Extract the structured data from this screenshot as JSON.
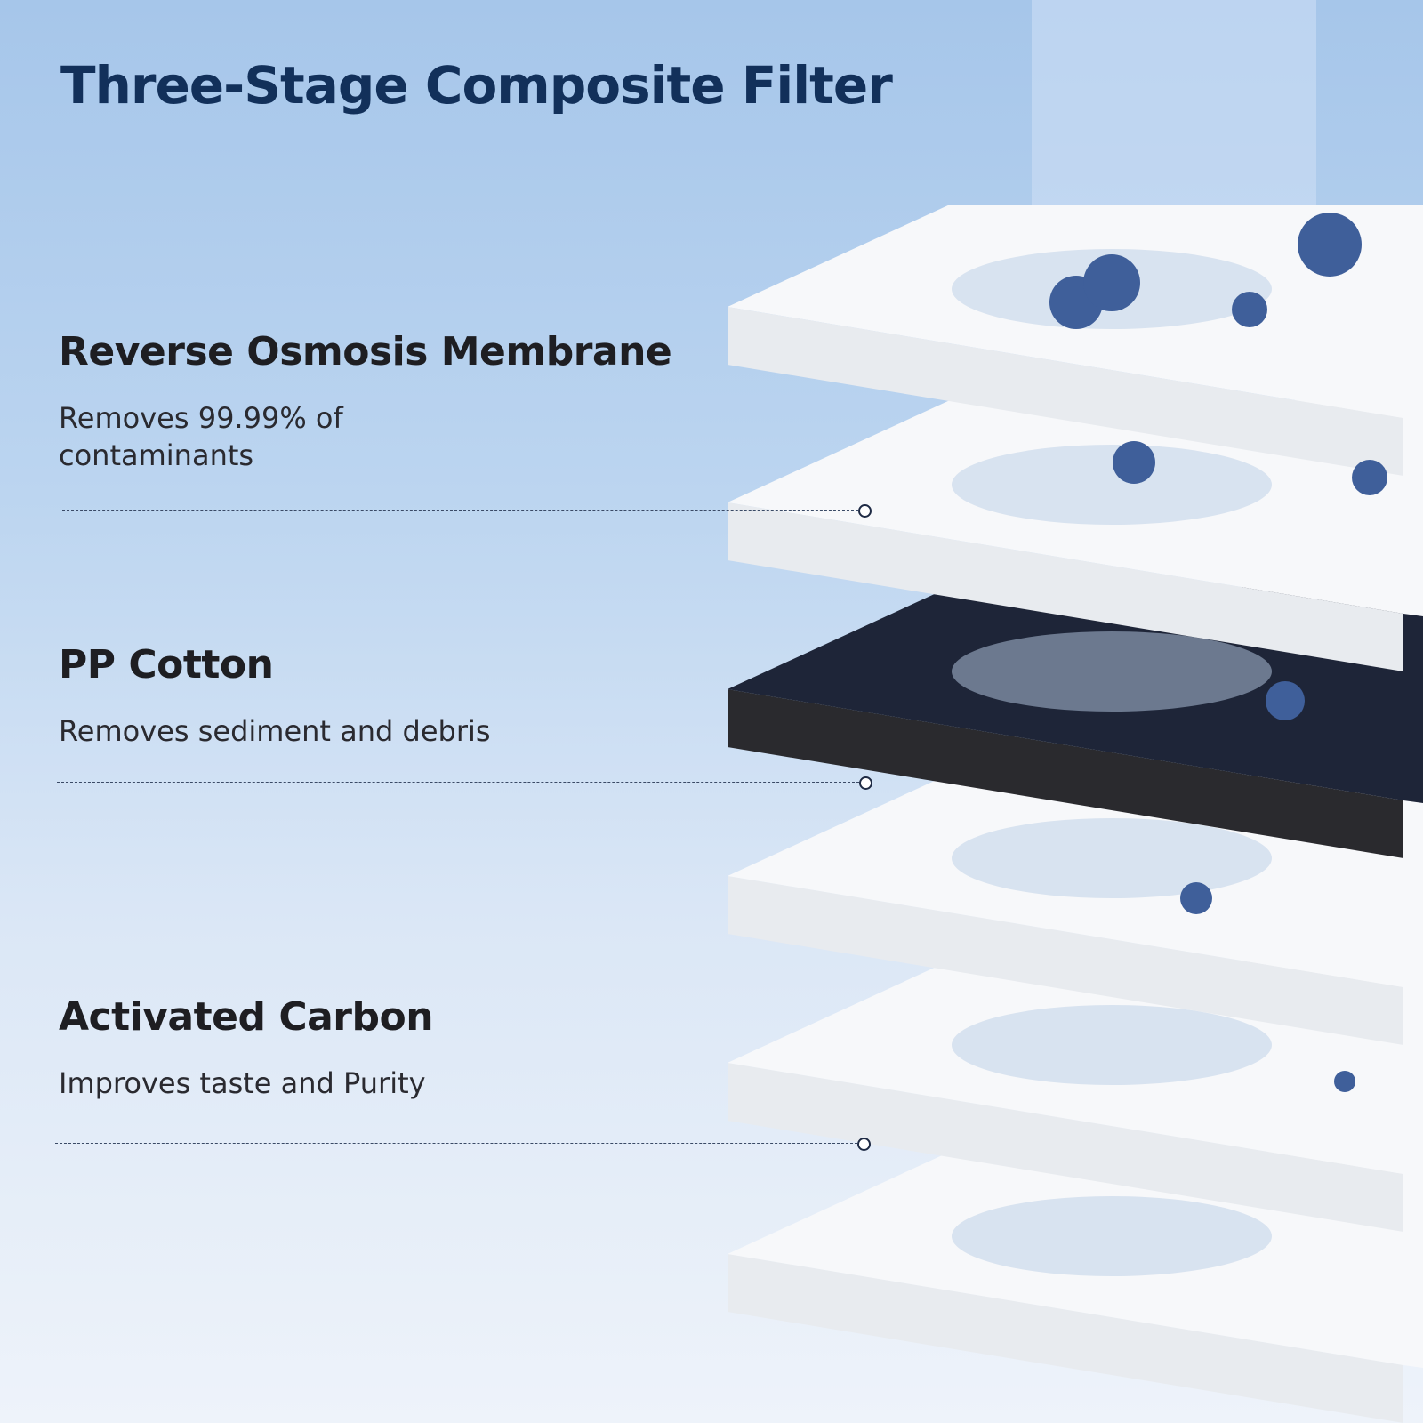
{
  "title": "Three-Stage Composite Filter",
  "stages": [
    {
      "name": "Reverse Osmosis Membrane",
      "description": "Removes 99.99% of contaminants"
    },
    {
      "name": "PP Cotton",
      "description": "Removes sediment and debris"
    },
    {
      "name": "Activated Carbon",
      "description": "Improves taste and Purity"
    }
  ],
  "colors": {
    "title": "#12305a",
    "layer_white": "#ffffff",
    "layer_dark": "#1c2233",
    "particle": "#3f5f9a"
  }
}
